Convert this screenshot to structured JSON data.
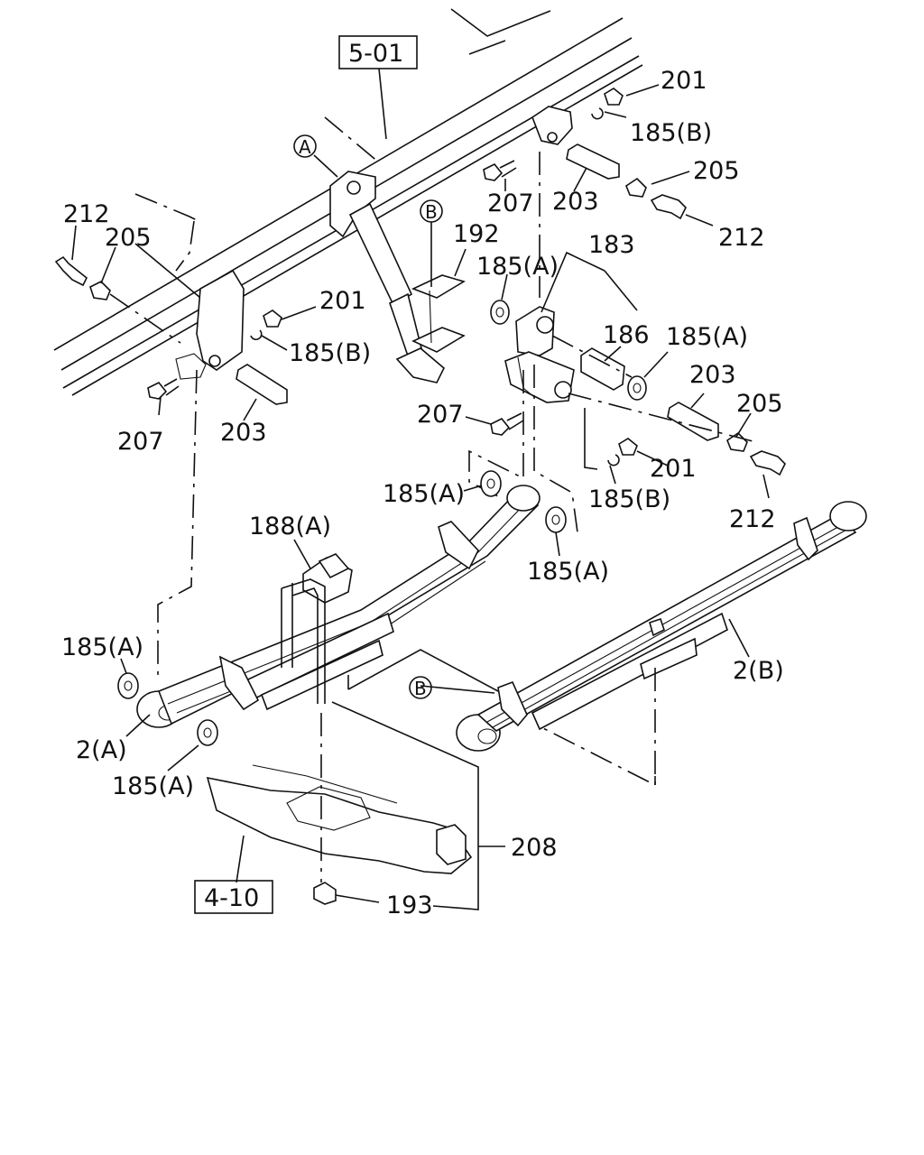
{
  "diagram": {
    "refs": {
      "frame": "5-01",
      "axle": "4-10"
    },
    "markers": {
      "a": "A",
      "b": "B"
    },
    "labels": {
      "l201_top": "201",
      "l185b_top": "185(B)",
      "l205_top": "205",
      "l207_top": "207",
      "l203_top": "203",
      "l212_right": "212",
      "l212_left": "212",
      "l205_left": "205",
      "l192": "192",
      "l183": "183",
      "l185a_mid": "185(A)",
      "l201_left": "201",
      "l185b_left": "185(B)",
      "l207_left": "207",
      "l203_left": "203",
      "l186": "186",
      "l185a_right": "185(A)",
      "l203_right": "203",
      "l205_right": "205",
      "l207_mid": "207",
      "l201_mid": "201",
      "l185b_mid": "185(B)",
      "l212_mid": "212",
      "l185a_shackle": "185(A)",
      "l185a_eye": "185(A)",
      "l188a": "188(A)",
      "l185a_front": "185(A)",
      "l2a": "2(A)",
      "l185a_bottom": "185(A)",
      "l2b": "2(B)",
      "l208": "208",
      "l193": "193"
    }
  }
}
